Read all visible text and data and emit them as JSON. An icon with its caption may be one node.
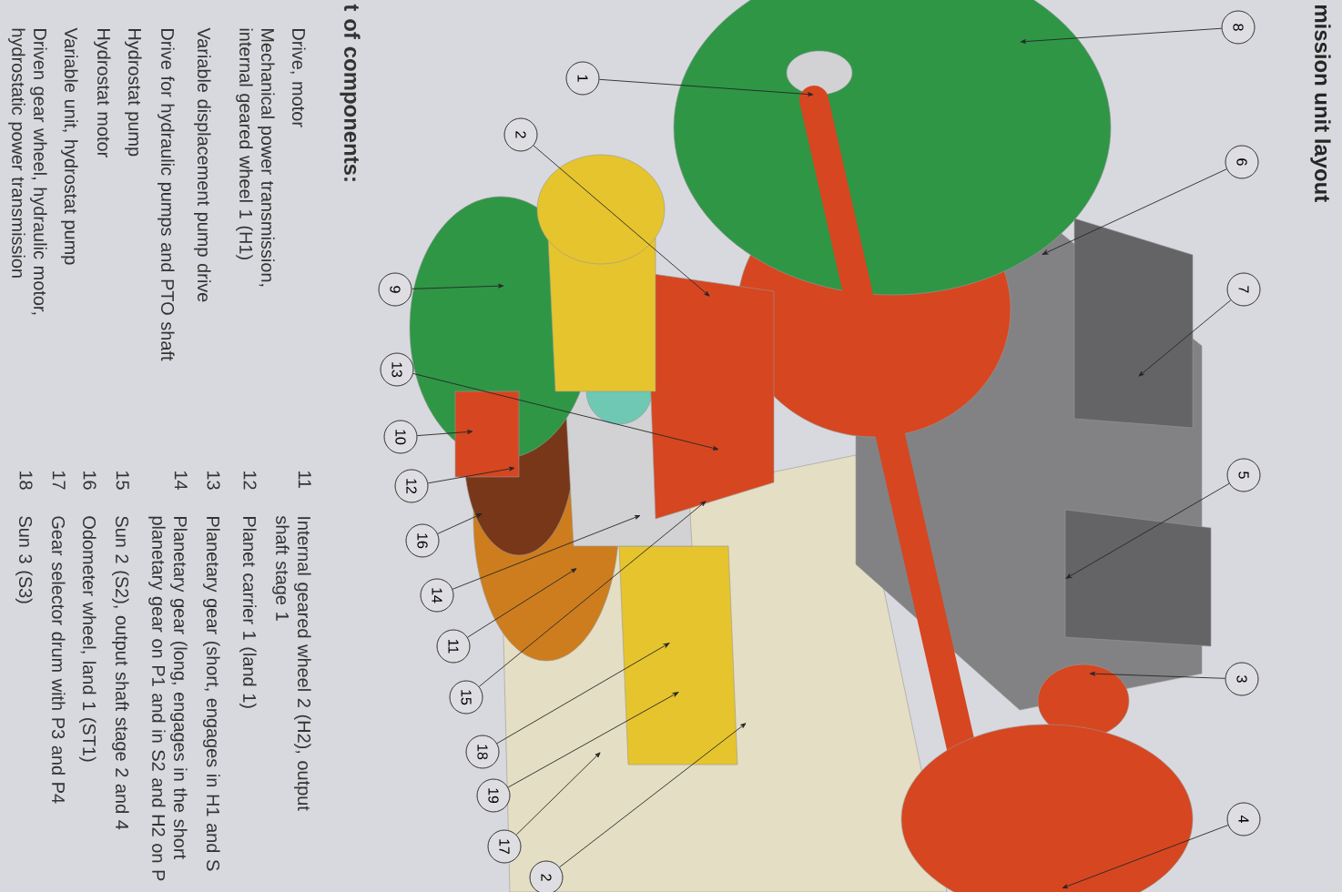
{
  "diagram": {
    "title": "mission unit layout",
    "nodes": [
      {
        "text": [
          "1"
        ]
      },
      {
        "text": [
          "2"
        ]
      },
      {
        "text": [
          "9"
        ]
      },
      {
        "text": [
          "13"
        ]
      },
      {
        "text": [
          "10"
        ]
      },
      {
        "text": [
          "12"
        ]
      },
      {
        "text": [
          "16"
        ]
      },
      {
        "text": [
          "14"
        ]
      },
      {
        "text": [
          "11"
        ]
      },
      {
        "text": [
          "15"
        ]
      },
      {
        "text": [
          "18"
        ]
      },
      {
        "text": [
          "19"
        ]
      },
      {
        "text": [
          "17"
        ]
      },
      {
        "text": [
          "2"
        ]
      },
      {
        "text": [
          "8"
        ]
      },
      {
        "text": [
          "6"
        ]
      },
      {
        "text": [
          "7"
        ]
      },
      {
        "text": [
          "5"
        ]
      },
      {
        "text": [
          "3"
        ]
      },
      {
        "text": [
          "4"
        ]
      }
    ],
    "edges": [
      {
        "from": 0,
        "to": null,
        "arrow": "to"
      },
      {
        "from": 1,
        "to": null,
        "arrow": "to"
      },
      {
        "from": 2,
        "to": null,
        "arrow": "to"
      },
      {
        "from": 3,
        "to": null,
        "arrow": "to"
      },
      {
        "from": 4,
        "to": null,
        "arrow": "to"
      },
      {
        "from": 5,
        "to": null,
        "arrow": "to"
      },
      {
        "from": 6,
        "to": null,
        "arrow": "to"
      },
      {
        "from": 7,
        "to": null,
        "arrow": "to"
      },
      {
        "from": 8,
        "to": null,
        "arrow": "to"
      },
      {
        "from": 9,
        "to": null,
        "arrow": "to"
      },
      {
        "from": 10,
        "to": null,
        "arrow": "to"
      },
      {
        "from": 11,
        "to": null,
        "arrow": "to"
      },
      {
        "from": 12,
        "to": null,
        "arrow": "to"
      },
      {
        "from": 13,
        "to": null,
        "arrow": "to"
      },
      {
        "from": 14,
        "to": null,
        "arrow": "to"
      },
      {
        "from": 15,
        "to": null,
        "arrow": "to"
      },
      {
        "from": 16,
        "to": null,
        "arrow": "to"
      },
      {
        "from": 17,
        "to": null,
        "arrow": "to"
      },
      {
        "from": 18,
        "to": null,
        "arrow": "to"
      },
      {
        "from": 19,
        "to": null,
        "arrow": "to"
      }
    ],
    "labels": [
      "t of components:",
      "Drive, motor",
      "Mechanical power transmission, internal geared wheel 1 (H1)",
      "Variable displacement pump drive",
      "Drive for hydraulic pumps and PTO shaft",
      "Hydrostat pump",
      "Hydrostat motor",
      "Variable unit, hydrostat pump",
      "Driven gear wheel, hydraulic motor, hydrostatic power transmission",
      "11",
      "Internal geared wheel 2 (H2), output shaft stage 1",
      "12",
      "Planet carrier 1 (land 1)",
      "13",
      "Planetary gear (short, engages in H1 and S",
      "14",
      "Planetary gear (long, engages in the short planetary gear on P1 and in S2 and H2 on P",
      "15",
      "Sun 2 (S2), output shaft stage 2 and 4",
      "16",
      "Odometer wheel, land 1 (ST1)",
      "17",
      "Gear selector drum with P3 and P4",
      "18",
      "Sun 3 (S3)"
    ]
  }
}
